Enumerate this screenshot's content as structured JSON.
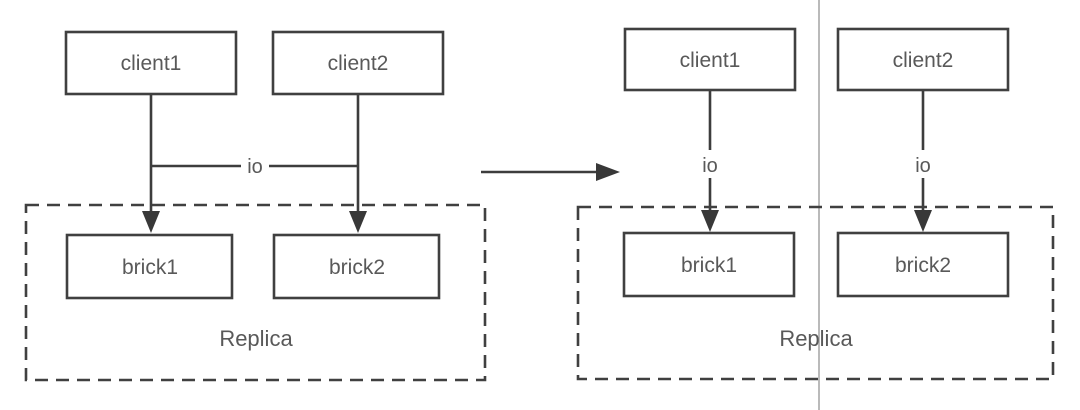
{
  "colors": {
    "background": "#ffffff",
    "box_border": "#404040",
    "connector": "#3d3d3d",
    "label_text": "#595959",
    "divider_line": "#a3a3a3"
  },
  "left_diagram": {
    "client1_label": "client1",
    "client2_label": "client2",
    "io_label": "io",
    "brick1_label": "brick1",
    "brick2_label": "brick2",
    "replica_label": "Replica"
  },
  "right_diagram": {
    "client1_label": "client1",
    "client2_label": "client2",
    "client1_io_label": "io",
    "client2_io_label": "io",
    "brick1_label": "brick1",
    "brick2_label": "brick2",
    "replica_label": "Replica"
  }
}
